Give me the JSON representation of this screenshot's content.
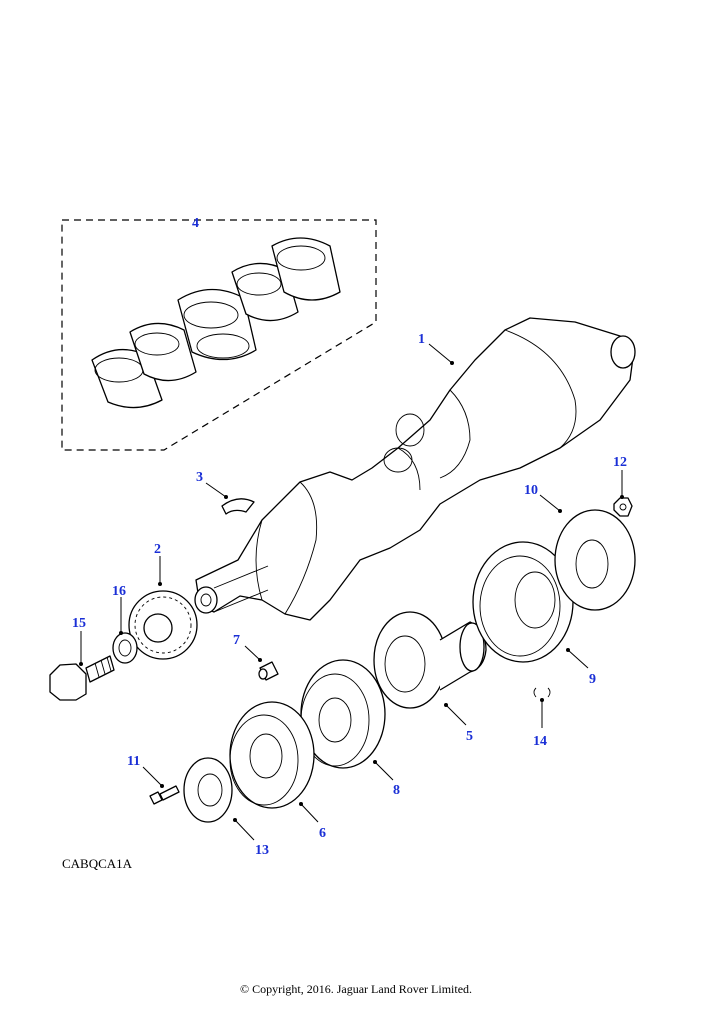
{
  "diagram": {
    "reference_code": "CABQCA1A",
    "copyright": "© Copyright, 2016. Jaguar Land Rover Limited.",
    "callouts": [
      "1",
      "2",
      "3",
      "4",
      "5",
      "6",
      "7",
      "8",
      "9",
      "10",
      "11",
      "12",
      "13",
      "14",
      "15",
      "16"
    ]
  },
  "colors": {
    "callout_text": "#1a2fd6",
    "line_art": "#000000",
    "background": "#ffffff"
  }
}
